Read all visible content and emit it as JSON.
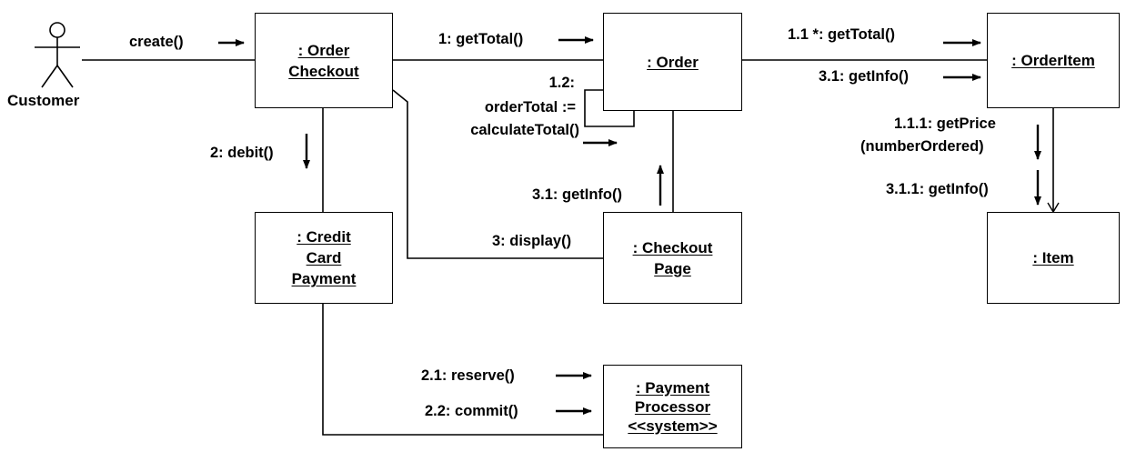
{
  "actor": {
    "name": "Customer"
  },
  "objects": {
    "order_checkout": ": Order\nCheckout",
    "order": ": Order",
    "order_item": ": OrderItem",
    "credit_card_payment": ": Credit\nCard\nPayment",
    "checkout_page": ": Checkout\nPage",
    "item": ": Item",
    "payment_processor": ": Payment\nProcessor\n<<system>>"
  },
  "messages": {
    "create": "create()",
    "get_total": "1: getTotal()",
    "item_get_total": "1.1 *: getTotal()",
    "order_item_get_info": "3.1: getInfo()",
    "order_total_1": "1.2:",
    "order_total_2": "orderTotal :=",
    "order_total_3": "calculateTotal()",
    "debit": "2: debit()",
    "page_get_info": "3.1: getInfo()",
    "display": "3: display()",
    "get_price_1": "1.1.1: getPrice",
    "get_price_2": "(numberOrdered)",
    "item_get_info": "3.1.1: getInfo()",
    "reserve": "2.1: reserve()",
    "commit": "2.2: commit()"
  }
}
